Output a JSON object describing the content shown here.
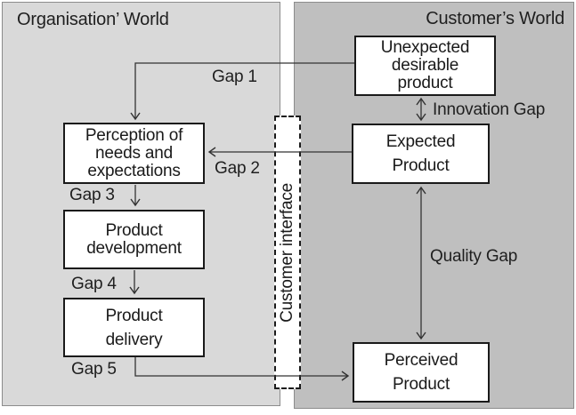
{
  "diagram": {
    "left_panel_title": "Organisation’ World",
    "right_panel_title": "Customer’s World",
    "interface_label": "Customer interface",
    "boxes": {
      "unexpected": {
        "line1": "Unexpected",
        "line2": "desirable",
        "line3": "product"
      },
      "expected": {
        "line1": "Expected",
        "line2": "Product"
      },
      "perception": {
        "line1": "Perception of",
        "line2": "needs and",
        "line3": "expectations"
      },
      "development": {
        "line1": "Product",
        "line2": "development"
      },
      "delivery": {
        "line1": "Product",
        "line2": "delivery"
      },
      "perceived": {
        "line1": "Perceived",
        "line2": "Product"
      }
    },
    "gap_labels": {
      "gap1": "Gap 1",
      "gap2": "Gap 2",
      "gap3": "Gap 3",
      "gap4": "Gap 4",
      "gap5": "Gap 5",
      "innovation": "Innovation Gap",
      "quality": "Quality Gap"
    },
    "colors": {
      "left_panel_fill": "#d9d9d9",
      "right_panel_fill": "#bfbfbf",
      "panel_border": "#8c8c8c",
      "box_fill": "#ffffff",
      "box_border": "#1a1a1a",
      "arrow_line": "#333333",
      "text": "#1f1f1f"
    }
  }
}
